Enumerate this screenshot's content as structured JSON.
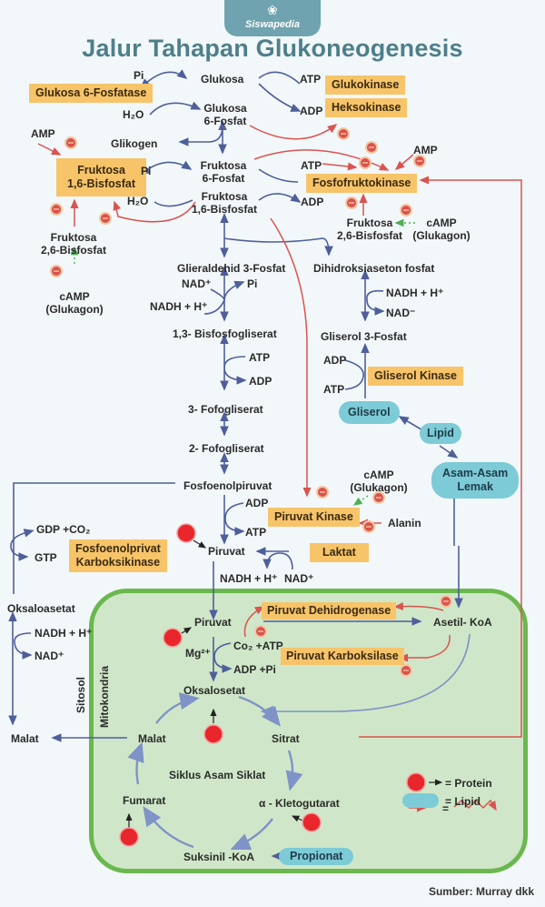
{
  "brand": {
    "logo_icon": "grape-leaf-icon",
    "name": "Siswapedia"
  },
  "title": "Jalur Tahapan Glukoneogenesis",
  "source": "Sumber: Murray dkk",
  "compartments": {
    "cytosol": "Sitosol",
    "mitochondria": "Mitokondria"
  },
  "metabolites": {
    "glukosa": "Glukosa",
    "glukosa6p_1": "Glukosa",
    "glukosa6p_2": "6-Fosfat",
    "glikogen": "Glikogen",
    "fruktosa6p_1": "Fruktosa",
    "fruktosa6p_2": "6-Fosfat",
    "fruktosa16bp_1": "Fruktosa",
    "fruktosa16bp_2": "1,6-Bisfosfat",
    "gliseraldehid3p": "Glieraldehid 3-Fosfat",
    "dhap": "Dihidroksiaseton fosfat",
    "bisfosfogliserat13": "1,3- Bisfosfogliserat",
    "fosfogliserat3": "3- Fofogliserat",
    "fosfogliserat2": "2- Fofogliserat",
    "pep": "Fosfoenolpiruvat",
    "piruvat_cyto": "Piruvat",
    "gliserol3p": "Gliserol 3-Fosfat",
    "oksaloasetat_cyto": "Oksaloasetat",
    "malat_cyto": "Malat",
    "piruvat_mito": "Piruvat",
    "oksalosetat_mito": "Oksalosetat",
    "asetil_koa": "Asetil- KoA",
    "sitrat": "Sitrat",
    "malat_mito": "Malat",
    "fumarat": "Fumarat",
    "ketoglutarat": "α - Kletogutarat",
    "suksinil_koa": "Suksinil -KoA",
    "cycle_name": "Siklus Asam Siklat"
  },
  "cofactors": {
    "pi_top": "Pi",
    "h2o_top": "H₂O",
    "atp_top": "ATP",
    "adp_top": "ADP",
    "pi_2": "Pi",
    "h2o_2": "H₂O",
    "atp_2": "ATP",
    "adp_2": "ADP",
    "amp_left": "AMP",
    "amp_right": "AMP",
    "f26bp_left_1": "Fruktosa",
    "f26bp_left_2": "2,6-Bisfosfat",
    "f26bp_right_1": "Fruktosa",
    "f26bp_right_2": "2,6-Bisfosfat",
    "camp_left_1": "cAMP",
    "camp_left_2": "(Glukagon)",
    "camp_right_1": "cAMP",
    "camp_right_2": "(Glukagon)",
    "nad_g3p": "NAD⁺",
    "pi_g3p": "Pi",
    "nadh_g3p": "NADH + H⁺",
    "nadh_dhap": "NADH + H⁺",
    "nad_dhap": "NAD⁻",
    "atp_bpg": "ATP",
    "adp_bpg": "ADP",
    "adp_glycerol": "ADP",
    "atp_glycerol": "ATP",
    "camp_pk_1": "cAMP",
    "camp_pk_2": "(Glukagon)",
    "alanin": "Alanin",
    "adp_pep": "ADP",
    "atp_pep": "ATP",
    "gdp_co2": "GDP +CO₂",
    "gtp": "GTP",
    "nadh_lak": "NADH + H⁺",
    "nad_lak": "NAD⁺",
    "nadh_oaa": "NADH + H⁺",
    "nad_oaa": "NAD⁺",
    "mg": "Mg²⁺",
    "co2_atp": "Co₂ +ATP",
    "adp_pi": "ADP +Pi"
  },
  "enzymes": {
    "g6pase": "Glukosa 6-Fosfatase",
    "glukokinase": "Glukokinase",
    "heksokinase": "Heksokinase",
    "f16bpase_1": "Fruktosa",
    "f16bpase_2": "1,6-Bisfosfat",
    "pfk": "Fosfofruktokinase",
    "gliserol_kinase": "Gliserol Kinase",
    "piruvat_kinase": "Piruvat Kinase",
    "laktat": "Laktat",
    "pepck_1": "Fosfoenolprivat",
    "pepck_2": "Karboksikinase",
    "pdh": "Piruvat Dehidrogenase",
    "pc": "Piruvat Karboksilase"
  },
  "lipid_nodes": {
    "gliserol": "Gliserol",
    "lipid": "Lipid",
    "asam_lemak_1": "Asam-Asam",
    "asam_lemak_2": "Lemak",
    "propionat": "Propionat"
  },
  "legend": {
    "protein": "= Protein",
    "lipid": "= Lipid",
    "regulation": "="
  },
  "colors": {
    "enzyme_fill": "#f7c46a",
    "lipid_fill": "#7ccbd6",
    "protein_fill": "#e8262b",
    "pathway_arrow": "#4f5f9a",
    "regulation_arrow": "#d9534f",
    "mito_fill": "#cfe7c8",
    "mito_border": "#6ab84e",
    "title": "#4d7f8a"
  }
}
